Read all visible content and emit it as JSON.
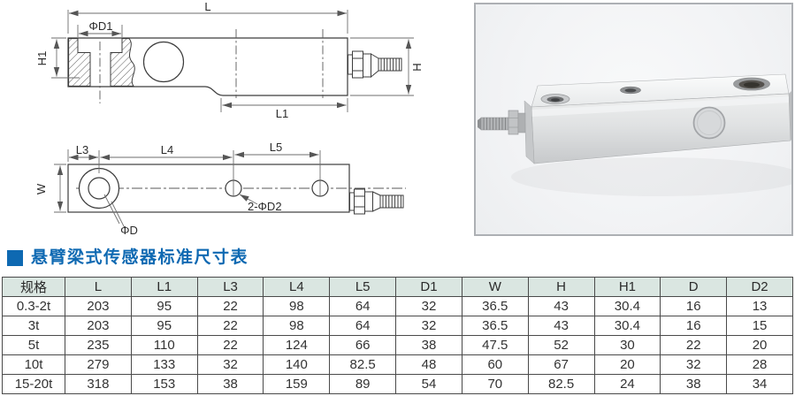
{
  "section": {
    "title": "悬臂梁式传感器标准尺寸表"
  },
  "colors": {
    "title_blue": "#0e69b2",
    "table_header_bg": "#dae6e1",
    "table_border": "#4a4a4a",
    "photo_border": "#adb0b4",
    "drawing_line": "#3c3c3c",
    "dimension_line": "#6e6e6e"
  },
  "drawing": {
    "labels": {
      "L": "L",
      "phiD1": "ΦD1",
      "H1": "H1",
      "H": "H",
      "L1": "L1",
      "L3": "L3",
      "L4": "L4",
      "L5": "L5",
      "W": "W",
      "phiD": "ΦD",
      "twoPhiD2": "2-ΦD2"
    }
  },
  "table": {
    "headers": [
      "规格",
      "L",
      "L1",
      "L3",
      "L4",
      "L5",
      "D1",
      "W",
      "H",
      "H1",
      "D",
      "D2"
    ],
    "rows": [
      [
        "0.3-2t",
        "203",
        "95",
        "22",
        "98",
        "64",
        "32",
        "36.5",
        "43",
        "30.4",
        "16",
        "13"
      ],
      [
        "3t",
        "203",
        "95",
        "22",
        "98",
        "64",
        "32",
        "36.5",
        "43",
        "30.4",
        "16",
        "15"
      ],
      [
        "5t",
        "235",
        "110",
        "22",
        "124",
        "66",
        "38",
        "47.5",
        "52",
        "30",
        "22",
        "20"
      ],
      [
        "10t",
        "279",
        "133",
        "32",
        "140",
        "82.5",
        "48",
        "60",
        "67",
        "20",
        "32",
        "28"
      ],
      [
        "15-20t",
        "318",
        "153",
        "38",
        "159",
        "89",
        "54",
        "70",
        "82.5",
        "24",
        "38",
        "34"
      ]
    ]
  }
}
